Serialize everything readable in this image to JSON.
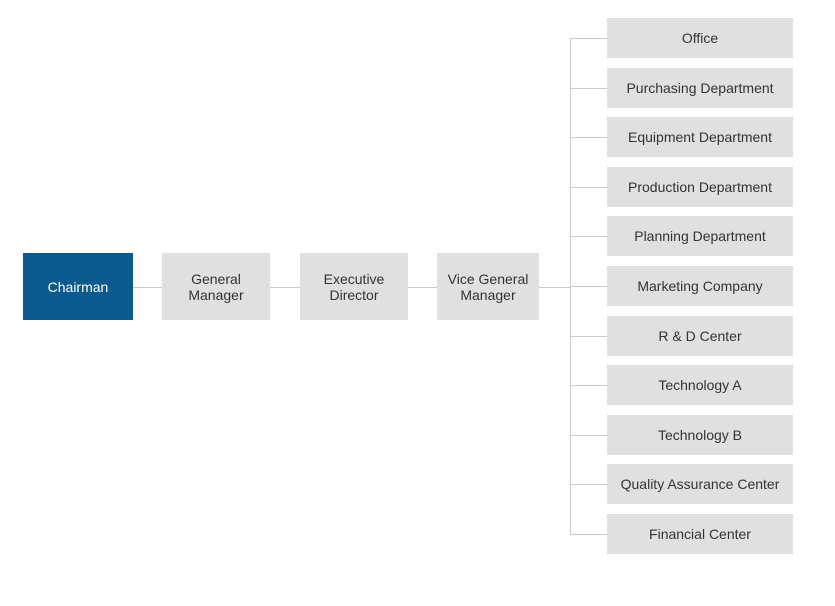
{
  "colors": {
    "root_fill": "#0a5a8e",
    "root_text": "#ffffff",
    "node_fill": "#e0e0e0",
    "node_text": "#333333",
    "connector": "#c9c9c9"
  },
  "chain": [
    {
      "id": "chairman",
      "label": "Chairman",
      "root": true
    },
    {
      "id": "general-manager",
      "label": "General\nManager"
    },
    {
      "id": "executive-director",
      "label": "Executive\nDirector"
    },
    {
      "id": "vice-general-manager",
      "label": "Vice General\nManager"
    }
  ],
  "departments": [
    {
      "id": "office",
      "label": "Office"
    },
    {
      "id": "purchasing-department",
      "label": "Purchasing Department"
    },
    {
      "id": "equipment-department",
      "label": "Equipment Department"
    },
    {
      "id": "production-department",
      "label": "Production Department"
    },
    {
      "id": "planning-department",
      "label": "Planning Department"
    },
    {
      "id": "marketing-company",
      "label": "Marketing Company"
    },
    {
      "id": "rd-center",
      "label": "R & D Center"
    },
    {
      "id": "technology-a",
      "label": "Technology  A"
    },
    {
      "id": "technology-b",
      "label": "Technology B"
    },
    {
      "id": "quality-assurance-center",
      "label": "Quality Assurance Center"
    },
    {
      "id": "financial-center",
      "label": "Financial Center"
    }
  ]
}
